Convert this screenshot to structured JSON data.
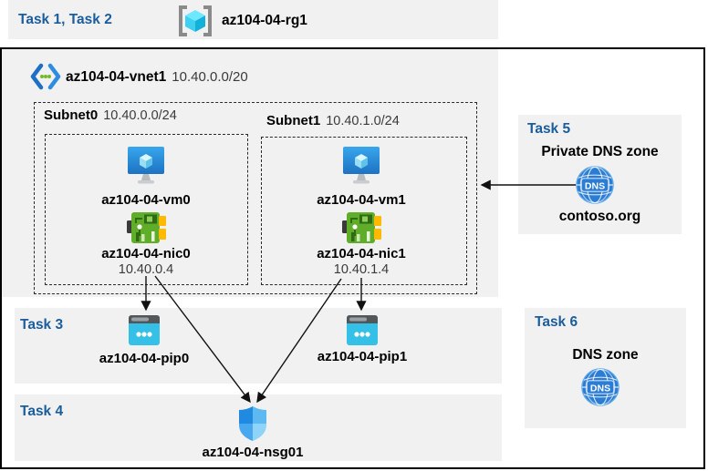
{
  "colors": {
    "accent_blue": "#1a5c9c",
    "band_gray": "#f1f1f1",
    "frame_black": "#000000",
    "arrow_black": "#111111",
    "vm_blue": "#2e8de0",
    "nic_green": "#5fad28",
    "pip_cyan": "#35c1e7",
    "nsg_blue": "#2089e0",
    "dns_blue": "#2b7cd3",
    "cube_cyan": "#50e6ff",
    "vnet_dot_green": "#76b82a"
  },
  "header": {
    "tasks": "Task 1, Task 2",
    "resource_group": "az104-04-rg1"
  },
  "vnet": {
    "name": "az104-04-vnet1",
    "cidr": "10.40.0.0/20",
    "subnets": [
      {
        "name": "Subnet0",
        "cidr": "10.40.0.0/24",
        "vm": "az104-04-vm0",
        "nic": "az104-04-nic0",
        "ip": "10.40.0.4"
      },
      {
        "name": "Subnet1",
        "cidr": "10.40.1.0/24",
        "vm": "az104-04-vm1",
        "nic": "az104-04-nic1",
        "ip": "10.40.1.4"
      }
    ]
  },
  "task3": {
    "label": "Task 3",
    "pip0": "az104-04-pip0",
    "pip1": "az104-04-pip1"
  },
  "task4": {
    "label": "Task 4",
    "nsg": "az104-04-nsg01"
  },
  "task5": {
    "label": "Task 5",
    "title": "Private DNS zone",
    "zone": "contoso.org",
    "icon_text": "DNS"
  },
  "task6": {
    "label": "Task 6",
    "title": "DNS zone",
    "icon_text": "DNS"
  }
}
